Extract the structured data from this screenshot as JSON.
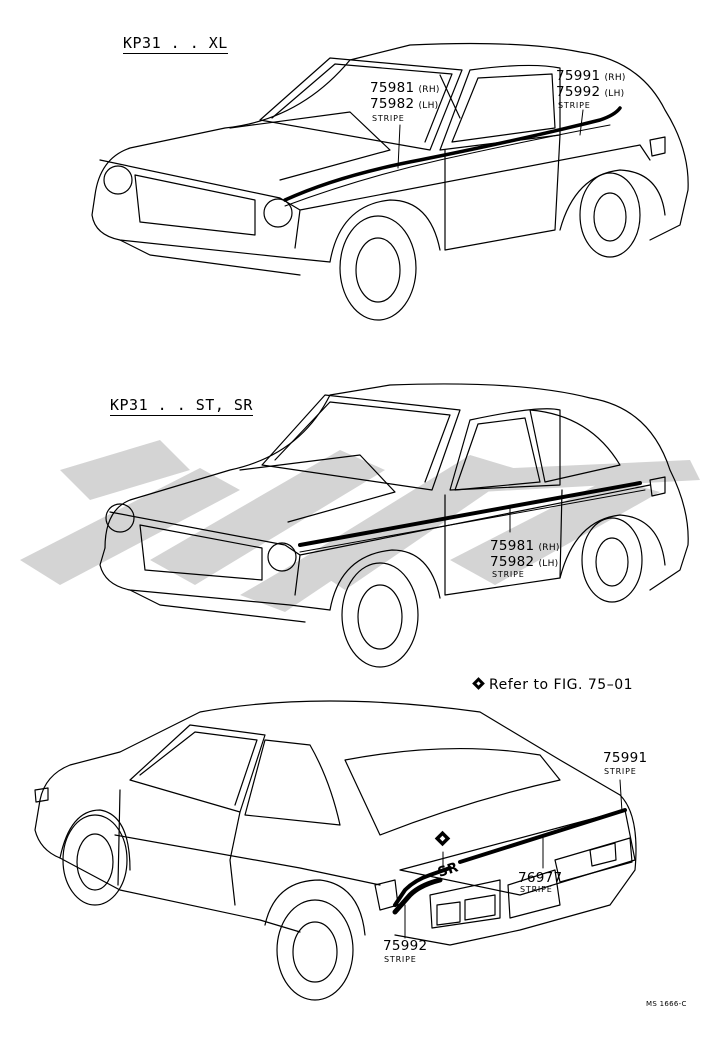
{
  "sections": [
    {
      "title": "KP31 . . XL",
      "callouts": [
        {
          "part": "75981",
          "side": "(RH)"
        },
        {
          "part": "75982",
          "side": "(LH)",
          "desc": "STRIPE"
        },
        {
          "part": "75991",
          "side": "(RH)"
        },
        {
          "part": "75992",
          "side": "(LH)",
          "desc": "STRIPE"
        }
      ]
    },
    {
      "title": "KP31 . . ST, SR",
      "callouts": [
        {
          "part": "75981",
          "side": "(RH)"
        },
        {
          "part": "75982",
          "side": "(LH)",
          "desc": "STRIPE"
        }
      ]
    },
    {
      "title": "",
      "reference": "Refer to FIG. 75–01",
      "callouts": [
        {
          "part": "75991",
          "desc": "STRIPE"
        },
        {
          "part": "76977",
          "desc": "STRIPE"
        },
        {
          "part": "75992",
          "desc": "STRIPE"
        },
        {
          "part": "SR"
        }
      ]
    }
  ],
  "figure_code": "MS 1666-C",
  "colors": {
    "line": "#000000",
    "watermark": "#c8c8c8",
    "background": "#ffffff"
  },
  "icons": [
    "diamond-ref-icon"
  ]
}
